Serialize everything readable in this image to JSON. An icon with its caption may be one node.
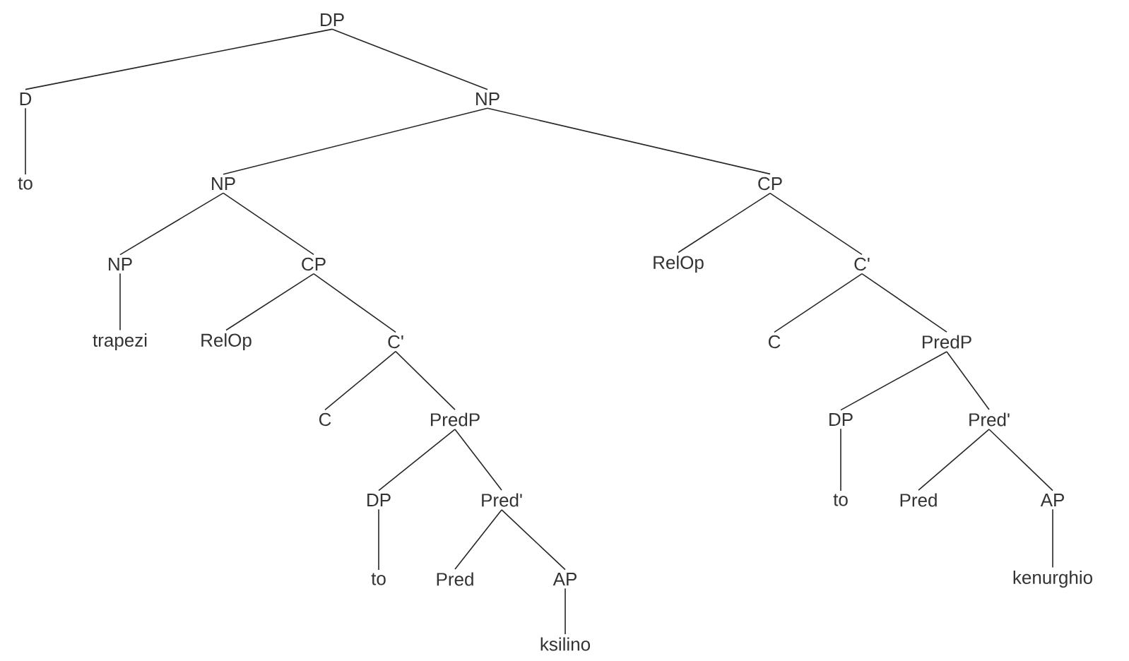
{
  "diagram": {
    "nodes": [
      {
        "text": [
          "DP"
        ]
      },
      {
        "text": [
          "D"
        ]
      },
      {
        "text": [
          "to"
        ]
      },
      {
        "text": [
          "NP"
        ]
      },
      {
        "text": [
          "NP"
        ]
      },
      {
        "text": [
          "CP"
        ]
      },
      {
        "text": [
          "NP"
        ]
      },
      {
        "text": [
          "trapezi"
        ]
      },
      {
        "text": [
          "CP"
        ]
      },
      {
        "text": [
          "RelOp"
        ]
      },
      {
        "text": [
          "C'"
        ]
      },
      {
        "text": [
          "C"
        ]
      },
      {
        "text": [
          "PredP"
        ]
      },
      {
        "text": [
          "DP"
        ]
      },
      {
        "text": [
          "to"
        ]
      },
      {
        "text": [
          "Pred'"
        ]
      },
      {
        "text": [
          "Pred"
        ]
      },
      {
        "text": [
          "AP"
        ]
      },
      {
        "text": [
          "ksilino"
        ]
      },
      {
        "text": [
          "RelOp"
        ]
      },
      {
        "text": [
          "C'"
        ]
      },
      {
        "text": [
          "C"
        ]
      },
      {
        "text": [
          "PredP"
        ]
      },
      {
        "text": [
          "DP"
        ]
      },
      {
        "text": [
          "to"
        ]
      },
      {
        "text": [
          "Pred'"
        ]
      },
      {
        "text": [
          "Pred"
        ]
      },
      {
        "text": [
          "AP"
        ]
      },
      {
        "text": [
          "kenurghio"
        ]
      }
    ],
    "edges": [
      {
        "from": 0,
        "to": 1,
        "arrow": "none"
      },
      {
        "from": 1,
        "to": 2,
        "arrow": "none"
      },
      {
        "from": 0,
        "to": 3,
        "arrow": "none"
      },
      {
        "from": 3,
        "to": 4,
        "arrow": "none"
      },
      {
        "from": 3,
        "to": 5,
        "arrow": "none"
      },
      {
        "from": 4,
        "to": 6,
        "arrow": "none"
      },
      {
        "from": 6,
        "to": 7,
        "arrow": "none"
      },
      {
        "from": 4,
        "to": 8,
        "arrow": "none"
      },
      {
        "from": 8,
        "to": 9,
        "arrow": "none"
      },
      {
        "from": 8,
        "to": 10,
        "arrow": "none"
      },
      {
        "from": 10,
        "to": 11,
        "arrow": "none"
      },
      {
        "from": 10,
        "to": 12,
        "arrow": "none"
      },
      {
        "from": 12,
        "to": 13,
        "arrow": "none"
      },
      {
        "from": 13,
        "to": 14,
        "arrow": "none"
      },
      {
        "from": 12,
        "to": 15,
        "arrow": "none"
      },
      {
        "from": 15,
        "to": 16,
        "arrow": "none"
      },
      {
        "from": 15,
        "to": 17,
        "arrow": "none"
      },
      {
        "from": 17,
        "to": 18,
        "arrow": "none"
      },
      {
        "from": 5,
        "to": 19,
        "arrow": "none"
      },
      {
        "from": 5,
        "to": 20,
        "arrow": "none"
      },
      {
        "from": 20,
        "to": 21,
        "arrow": "none"
      },
      {
        "from": 20,
        "to": 22,
        "arrow": "none"
      },
      {
        "from": 22,
        "to": 23,
        "arrow": "none"
      },
      {
        "from": 23,
        "to": 24,
        "arrow": "none"
      },
      {
        "from": 22,
        "to": 25,
        "arrow": "none"
      },
      {
        "from": 25,
        "to": 26,
        "arrow": "none"
      },
      {
        "from": 25,
        "to": 27,
        "arrow": "none"
      },
      {
        "from": 27,
        "to": 28,
        "arrow": "none"
      }
    ]
  }
}
